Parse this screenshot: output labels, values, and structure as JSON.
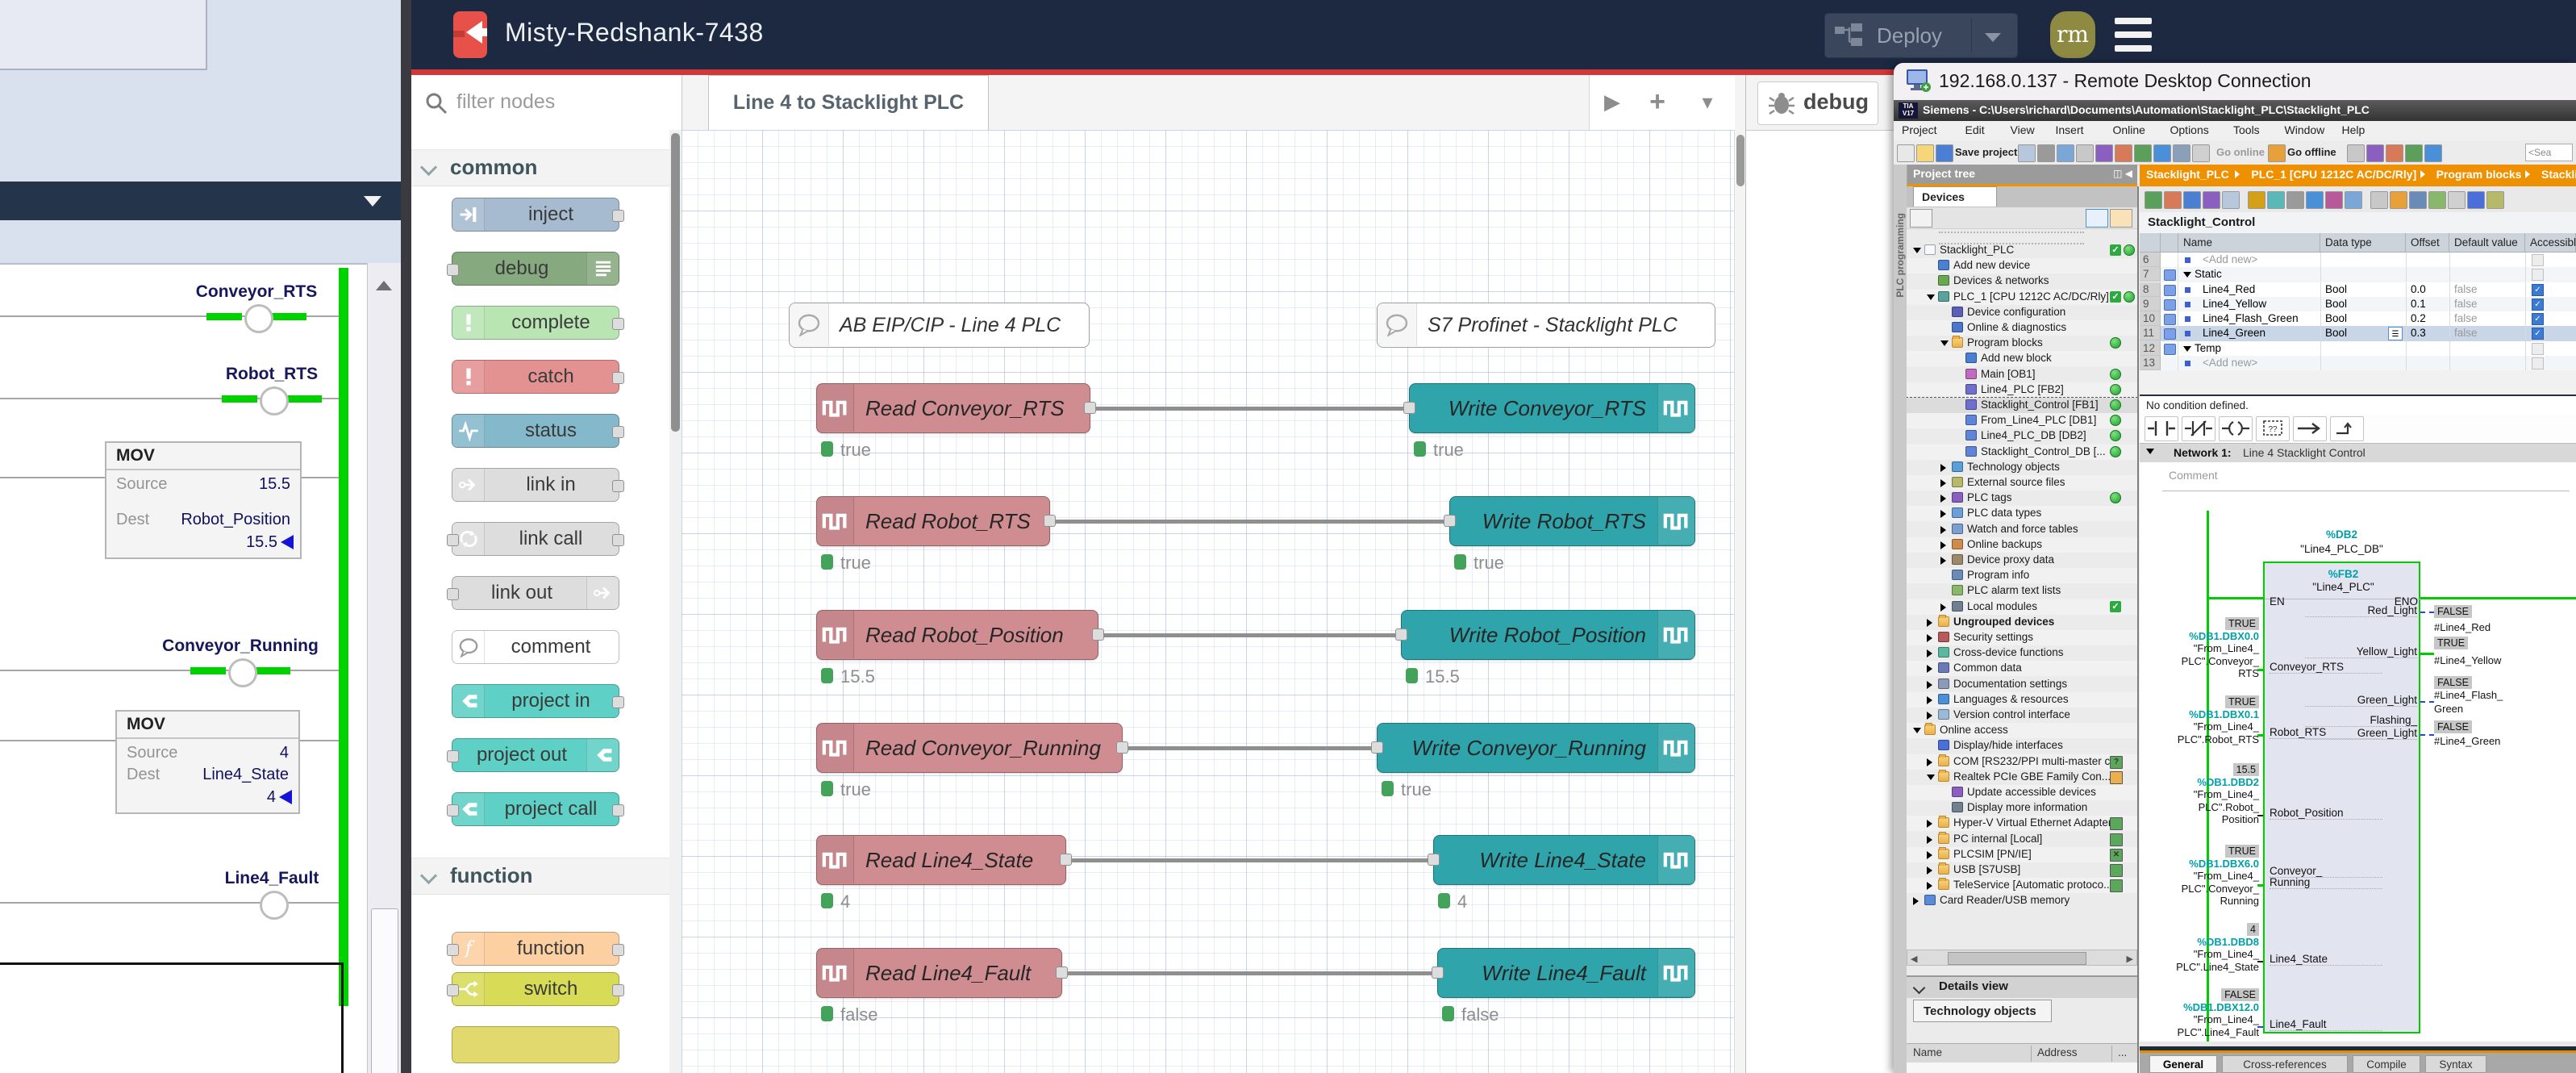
{
  "ladder_app": {
    "rungs": [
      {
        "kind": "coil",
        "label": "Conveyor_RTS",
        "energized": true
      },
      {
        "kind": "coil",
        "label": "Robot_RTS",
        "energized": true
      },
      {
        "kind": "mov",
        "title": "MOV",
        "source_label": "Source",
        "source": "15.5",
        "dest_label": "Dest",
        "dest": "Robot_Position",
        "dest_value": "15.5"
      },
      {
        "kind": "coil",
        "label": "Conveyor_Running",
        "energized": true
      },
      {
        "kind": "mov",
        "title": "MOV",
        "source_label": "Source",
        "source": "4",
        "dest_label": "Dest",
        "dest": "Line4_State",
        "dest_value": "4"
      },
      {
        "kind": "coil",
        "label": "Line4_Fault",
        "energized": false
      }
    ]
  },
  "nodered": {
    "title": "Misty-Redshank-7438",
    "deploy_label": "Deploy",
    "avatar_initials": "rm",
    "palette_search_placeholder": "filter nodes",
    "tab_label": "Line 4 to Stacklight PLC",
    "debug_tab_label": "debug",
    "canvas_buttons": [
      "play",
      "add",
      "chevron-down"
    ],
    "palette": {
      "sections": [
        {
          "label": "common",
          "nodes": [
            {
              "label": "inject",
              "color": "#a6bbcf",
              "icon": "inject",
              "icon_side": "left",
              "ports": "out"
            },
            {
              "label": "debug",
              "color": "#87a980",
              "icon": "list",
              "icon_side": "right",
              "ports": "in"
            },
            {
              "label": "complete",
              "color": "#b9e5b3",
              "icon": "bang",
              "icon_side": "left",
              "ports": "out"
            },
            {
              "label": "catch",
              "color": "#e49191",
              "icon": "bang",
              "icon_side": "left",
              "ports": "out"
            },
            {
              "label": "status",
              "color": "#84b9cc",
              "icon": "pulse",
              "icon_side": "left",
              "ports": "out"
            },
            {
              "label": "link in",
              "color": "#dddddd",
              "icon": "linkarrow",
              "icon_side": "left",
              "ports": "out"
            },
            {
              "label": "link call",
              "color": "#dddddd",
              "icon": "linkcall",
              "icon_side": "left",
              "ports": "both"
            },
            {
              "label": "link out",
              "color": "#dddddd",
              "icon": "linkarrow",
              "icon_side": "right",
              "ports": "in"
            },
            {
              "label": "comment",
              "color": "#ffffff",
              "icon": "bubble",
              "icon_side": "left",
              "ports": "none"
            },
            {
              "label": "project in",
              "color": "#5fd0c5",
              "icon": "project",
              "icon_side": "left",
              "ports": "out"
            },
            {
              "label": "project out",
              "color": "#5fd0c5",
              "icon": "project",
              "icon_side": "right",
              "ports": "in"
            },
            {
              "label": "project call",
              "color": "#5fd0c5",
              "icon": "project",
              "icon_side": "left",
              "ports": "both"
            }
          ]
        },
        {
          "label": "function",
          "nodes": [
            {
              "label": "function",
              "color": "#fdd0a2",
              "icon": "func",
              "icon_side": "left",
              "ports": "both"
            },
            {
              "label": "switch",
              "color": "#d8db56",
              "icon": "switch",
              "icon_side": "left",
              "ports": "both"
            },
            {
              "label": "",
              "color": "#e2d96e",
              "icon": "none",
              "icon_side": "left",
              "ports": "none",
              "partial": true
            }
          ]
        }
      ]
    },
    "comments": [
      "AB EIP/CIP - Line 4 PLC",
      "S7 Profinet - Stacklight PLC"
    ],
    "flow_rows": [
      {
        "read": "Read Conveyor_RTS",
        "write": "Write Conveyor_RTS",
        "read_status": "true",
        "write_status": "true"
      },
      {
        "read": "Read Robot_RTS",
        "write": "Write Robot_RTS",
        "read_status": "true",
        "write_status": "true"
      },
      {
        "read": "Read Robot_Position",
        "write": "Write Robot_Position",
        "read_status": "15.5",
        "write_status": "15.5"
      },
      {
        "read": "Read Conveyor_Running",
        "write": "Write Conveyor_Running",
        "read_status": "true",
        "write_status": "true"
      },
      {
        "read": "Read Line4_State",
        "write": "Write Line4_State",
        "read_status": "4",
        "write_status": "4"
      },
      {
        "read": "Read Line4_Fault",
        "write": "Write Line4_Fault",
        "read_status": "false",
        "write_status": "false"
      }
    ],
    "colors": {
      "read_node": "#cf8d92",
      "write_node": "#2fa5ab",
      "status_dot": "#44a35a",
      "header": "#1c2940",
      "accent_red": "#d23737",
      "logo": "#e8504a"
    }
  },
  "rdp": {
    "title": "192.168.0.137 - Remote Desktop Connection",
    "tia": {
      "window_title": "Siemens  -  C:\\Users\\richard\\Documents\\Automation\\Stacklight_PLC\\Stacklight_PLC",
      "menus": [
        "Project",
        "Edit",
        "View",
        "Insert",
        "Online",
        "Options",
        "Tools",
        "Window",
        "Help"
      ],
      "toolbar": {
        "save_label": "Save project",
        "go_online": "Go online",
        "go_offline": "Go offline",
        "search_visible": "<Sea"
      },
      "breadcrumb": [
        "Stacklight_PLC",
        "PLC_1 [CPU 1212C AC/DC/Rly]",
        "Program blocks",
        "Stacklight_Co"
      ],
      "side_strip": "PLC programming",
      "project_tree": {
        "header": "Project tree",
        "tab": "Devices",
        "items": [
          {
            "t": "Stacklight_PLC",
            "d": 0,
            "a": "v",
            "i": "proj",
            "b": [
              "chk",
              "grn"
            ]
          },
          {
            "t": "Add new device",
            "d": 1,
            "i": "addnew"
          },
          {
            "t": "Devices & networks",
            "d": 1,
            "i": "net"
          },
          {
            "t": "PLC_1 [CPU 1212C AC/DC/Rly]",
            "d": 1,
            "a": "v",
            "i": "plc",
            "b": [
              "chk",
              "grn"
            ]
          },
          {
            "t": "Device configuration",
            "d": 2,
            "i": "devcfg"
          },
          {
            "t": "Online & diagnostics",
            "d": 2,
            "i": "diag"
          },
          {
            "t": "Program blocks",
            "d": 2,
            "a": "v",
            "i": "folder",
            "b": [
              "grn"
            ]
          },
          {
            "t": "Add new block",
            "d": 3,
            "i": "addnew"
          },
          {
            "t": "Main [OB1]",
            "d": 3,
            "i": "ob",
            "b": [
              "grn"
            ]
          },
          {
            "t": "Line4_PLC [FB2]",
            "d": 3,
            "i": "fb",
            "b": [
              "grn"
            ]
          },
          {
            "t": "Stacklight_Control [FB1]",
            "d": 3,
            "i": "fb",
            "b": [
              "grn"
            ],
            "sel": true
          },
          {
            "t": "From_Line4_PLC [DB1]",
            "d": 3,
            "i": "db",
            "b": [
              "grn"
            ]
          },
          {
            "t": "Line4_PLC_DB [DB2]",
            "d": 3,
            "i": "db",
            "b": [
              "grn"
            ]
          },
          {
            "t": "Stacklight_Control_DB [...",
            "d": 3,
            "i": "db",
            "b": [
              "grn"
            ]
          },
          {
            "t": "Technology objects",
            "d": 2,
            "a": "r",
            "i": "tech"
          },
          {
            "t": "External source files",
            "d": 2,
            "a": "r",
            "i": "src"
          },
          {
            "t": "PLC tags",
            "d": 2,
            "a": "r",
            "i": "tags",
            "b": [
              "grn"
            ]
          },
          {
            "t": "PLC data types",
            "d": 2,
            "a": "r",
            "i": "types"
          },
          {
            "t": "Watch and force tables",
            "d": 2,
            "a": "r",
            "i": "watch"
          },
          {
            "t": "Online backups",
            "d": 2,
            "a": "r",
            "i": "backup"
          },
          {
            "t": "Device proxy data",
            "d": 2,
            "a": "r",
            "i": "proxy"
          },
          {
            "t": "Program info",
            "d": 2,
            "i": "info"
          },
          {
            "t": "PLC alarm text lists",
            "d": 2,
            "i": "alarm"
          },
          {
            "t": "Local modules",
            "d": 2,
            "a": "r",
            "i": "module",
            "b": [
              "chk"
            ]
          },
          {
            "t": "Ungrouped devices",
            "d": 1,
            "a": "r",
            "i": "ungrouped",
            "bold": true
          },
          {
            "t": "Security settings",
            "d": 1,
            "a": "r",
            "i": "security"
          },
          {
            "t": "Cross-device functions",
            "d": 1,
            "a": "r",
            "i": "crossdev"
          },
          {
            "t": "Common data",
            "d": 1,
            "a": "r",
            "i": "common"
          },
          {
            "t": "Documentation settings",
            "d": 1,
            "a": "r",
            "i": "docs"
          },
          {
            "t": "Languages & resources",
            "d": 1,
            "a": "r",
            "i": "lang"
          },
          {
            "t": "Version control interface",
            "d": 1,
            "a": "r",
            "i": "vcs"
          },
          {
            "t": "Online access",
            "d": 0,
            "a": "v",
            "i": "online"
          },
          {
            "t": "Display/hide interfaces",
            "d": 1,
            "i": "ifc"
          },
          {
            "t": "COM [RS232/PPI multi-master c...",
            "d": 1,
            "a": "r",
            "i": "nic",
            "b": [
              "card-q"
            ]
          },
          {
            "t": "Realtek PCIe GBE Family Con...",
            "d": 1,
            "a": "v",
            "i": "nic",
            "b": [
              "card-or"
            ]
          },
          {
            "t": "Update accessible devices",
            "d": 2,
            "i": "update"
          },
          {
            "t": "Display more information",
            "d": 2,
            "i": "moreinfo"
          },
          {
            "t": "Hyper-V Virtual Ethernet Adapter",
            "d": 1,
            "a": "r",
            "i": "nic",
            "b": [
              "card-grn"
            ]
          },
          {
            "t": "PC internal [Local]",
            "d": 1,
            "a": "r",
            "i": "nic",
            "b": [
              "card-grn"
            ]
          },
          {
            "t": "PLCSIM [PN/IE]",
            "d": 1,
            "a": "r",
            "i": "nic",
            "b": [
              "card-x"
            ]
          },
          {
            "t": "USB [S7USB]",
            "d": 1,
            "a": "r",
            "i": "nic",
            "b": [
              "card-grn"
            ]
          },
          {
            "t": "TeleService [Automatic protoco...",
            "d": 1,
            "a": "r",
            "i": "nic",
            "b": [
              "card-grn"
            ]
          },
          {
            "t": "Card Reader/USB memory",
            "d": 0,
            "a": "r",
            "i": "card"
          }
        ]
      },
      "details": {
        "header": "Details view",
        "tab": "Technology objects",
        "columns": [
          "Name",
          "Address",
          "..."
        ]
      },
      "editor": {
        "block_title": "Stacklight_Control",
        "table": {
          "columns": [
            "Name",
            "Data type",
            "Offset",
            "Default value",
            "Accessible"
          ],
          "rows": [
            {
              "num": "6",
              "name": "<Add new>",
              "kind": "addnew"
            },
            {
              "num": "7",
              "name": "Static",
              "kind": "group"
            },
            {
              "num": "8",
              "name": "Line4_Red",
              "dtype": "Bool",
              "offset": "0.0",
              "default": "false",
              "acc": true
            },
            {
              "num": "9",
              "name": "Line4_Yellow",
              "dtype": "Bool",
              "offset": "0.1",
              "default": "false",
              "acc": true
            },
            {
              "num": "10",
              "name": "Line4_Flash_Green",
              "dtype": "Bool",
              "offset": "0.2",
              "default": "false",
              "acc": true
            },
            {
              "num": "11",
              "name": "Line4_Green",
              "dtype": "Bool",
              "offset": "0.3",
              "default": "false",
              "acc": true,
              "selected": true
            },
            {
              "num": "12",
              "name": "Temp",
              "kind": "group"
            },
            {
              "num": "13",
              "name": "<Add new>",
              "kind": "addnew"
            }
          ]
        },
        "no_condition": "No condition defined.",
        "network": {
          "label": "Network 1:",
          "title": "Line 4 Stacklight Control",
          "comment_placeholder": "Comment"
        },
        "fb": {
          "db_addr": "%DB2",
          "db_name": "\"Line4_PLC_DB\"",
          "fb_addr": "%FB2",
          "fb_name": "\"Line4_PLC\"",
          "en": "EN",
          "eno": "ENO",
          "inputs": [
            {
              "value": "TRUE",
              "addr": "%DB1.DBX0.0",
              "operand": [
                "\"From_Line4_",
                "PLC\".Conveyor_",
                "RTS"
              ],
              "pin": [
                "Conveyor_RTS"
              ],
              "wire": "green"
            },
            {
              "value": "TRUE",
              "addr": "%DB1.DBX0.1",
              "operand": [
                "\"From_Line4_",
                "PLC\".Robot_RTS"
              ],
              "pin": [
                "Robot_RTS"
              ],
              "wire": "green"
            },
            {
              "value": "15.5",
              "addr": "%DB1.DBD2",
              "operand": [
                "\"From_Line4_",
                "PLC\".Robot_",
                "Position"
              ],
              "pin": [
                "Robot_Position"
              ],
              "wire": "black"
            },
            {
              "value": "TRUE",
              "addr": "%DB1.DBX6.0",
              "operand": [
                "\"From_Line4_",
                "PLC\".Conveyor_",
                "Running"
              ],
              "pin": [
                "Conveyor_",
                "Running"
              ],
              "wire": "green"
            },
            {
              "value": "4",
              "addr": "%DB1.DBD8",
              "operand": [
                "\"From_Line4_",
                "PLC\".Line4_State"
              ],
              "pin": [
                "Line4_State"
              ],
              "wire": "black"
            },
            {
              "value": "FALSE",
              "addr": "%DB1.DBX12.0",
              "operand": [
                "\"From_Line4_",
                "PLC\".Line4_Fault"
              ],
              "pin": [
                "Line4_Fault"
              ],
              "wire": "blue"
            }
          ],
          "outputs": [
            {
              "pin": [
                "Red_Light"
              ],
              "value": "FALSE",
              "operand": [
                "#Line4_Red"
              ],
              "wire": "blue"
            },
            {
              "pin": [
                "Yellow_Light"
              ],
              "value": "TRUE",
              "operand": [
                "#Line4_Yellow"
              ],
              "wire": "green"
            },
            {
              "pin": [
                "Green_Light"
              ],
              "value": "FALSE",
              "operand": [
                "#Line4_Flash_",
                "Green"
              ],
              "wire": "blue"
            },
            {
              "pin": [
                "Flashing_",
                "Green_Light"
              ],
              "value": "FALSE",
              "operand": [
                "#Line4_Green"
              ],
              "wire": "blue"
            }
          ]
        },
        "bottom_tabs": [
          "General",
          "Cross-references",
          "Compile",
          "Syntax"
        ]
      }
    }
  }
}
